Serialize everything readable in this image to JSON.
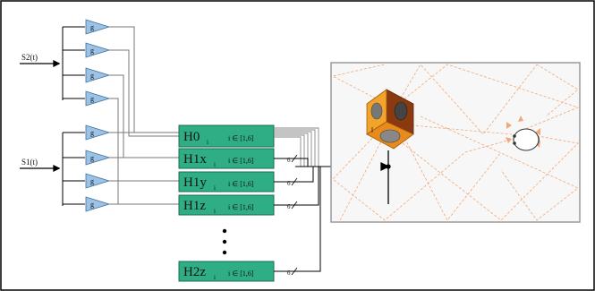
{
  "inputs": {
    "s2": "S2(t)",
    "s1": "S1(t)"
  },
  "amp_label": "g",
  "filters": [
    {
      "name": "H0",
      "sub": "i",
      "range": "i ∈ [1,6]"
    },
    {
      "name": "H1x",
      "sub": "i",
      "range": "i ∈ [1,6]"
    },
    {
      "name": "H1y",
      "sub": "i",
      "range": "i ∈ [1,6]"
    },
    {
      "name": "H1z",
      "sub": "i",
      "range": "i ∈ [1,6]"
    },
    {
      "name": "H2z",
      "sub": "i",
      "range": "i ∈ [1,6]"
    }
  ],
  "bus_count": "6",
  "colors": {
    "filter_fill": "#2fae86",
    "amp_fill": "#9cc3e6",
    "ray": "#f2a877",
    "cube_top": "#e88a1c",
    "cube_left": "#f3a32a",
    "cube_right": "#8a3a0e",
    "room_fill": "#f7f7f7"
  }
}
